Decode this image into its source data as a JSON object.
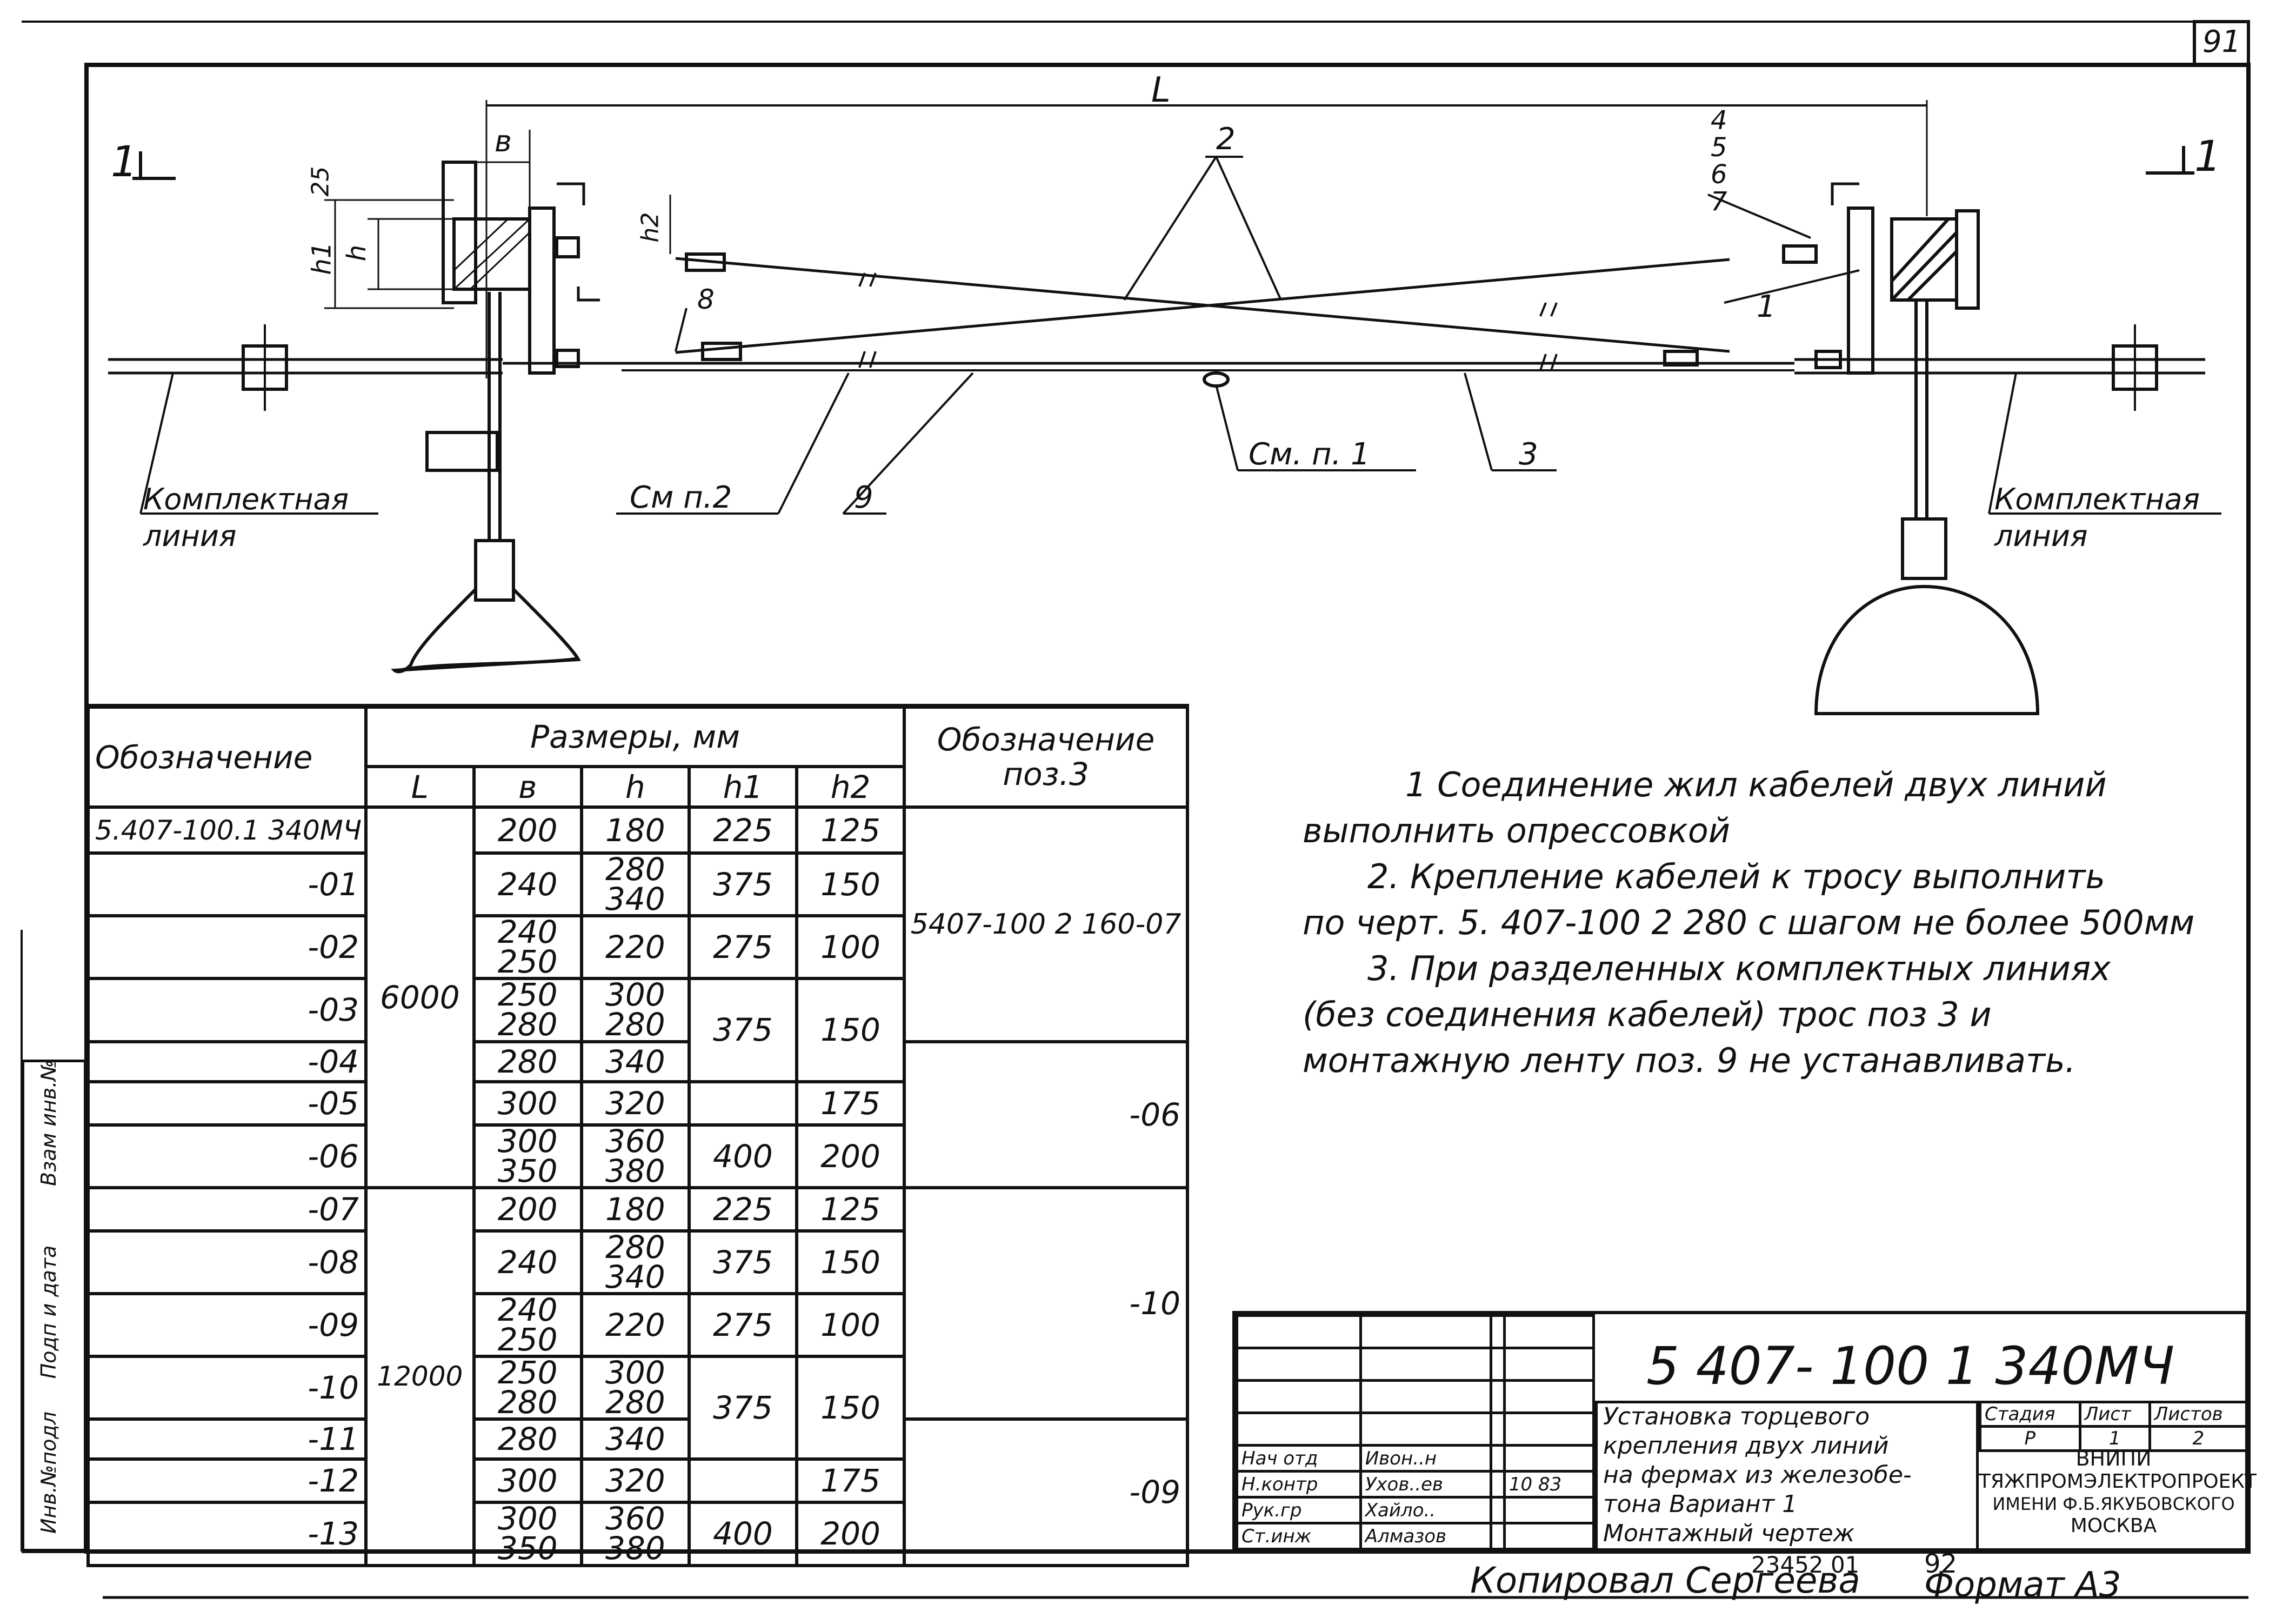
{
  "sheet_number": "91",
  "view": {
    "section_left": "1",
    "section_right": "1",
    "dim_L": "L",
    "dim_b": "в",
    "dim_25": "25",
    "dim_h1": "h1",
    "dim_h": "h",
    "dim_h2": "h2",
    "pos_labels": [
      "4",
      "5",
      "6",
      "7",
      "1",
      "2",
      "8"
    ],
    "callout_left_line": "Комплектная линия",
    "callout_right_line": "Комплектная линия",
    "callout_note2": "См п.2",
    "callout_9": "9",
    "callout_note1": "См. п. 1",
    "callout_3": "3"
  },
  "table": {
    "header_designation": "Обозначение",
    "header_sizes": "Размеры, мм",
    "header_L": "L",
    "header_b": "в",
    "header_h": "h",
    "header_h1": "h1",
    "header_h2": "h2",
    "header_pos3": "Обозначение поз.3",
    "rows": [
      {
        "designation": "5.407-100.1 340МЧ",
        "b": "200",
        "h": "180",
        "h1": "225",
        "h2": "125"
      },
      {
        "designation": "-01",
        "b": "240",
        "h": "280 340",
        "h1": "375",
        "h2": "150"
      },
      {
        "designation": "-02",
        "b": "240 250",
        "h": "220",
        "h1": "275",
        "h2": "100"
      },
      {
        "designation": "-03",
        "b": "250 280",
        "h": "300 280",
        "h1": "",
        "h2": ""
      },
      {
        "designation": "-04",
        "b": "280",
        "h": "340",
        "h1": "375",
        "h2": "150"
      },
      {
        "designation": "-05",
        "b": "300",
        "h": "320",
        "h1": "",
        "h2": "175"
      },
      {
        "designation": "-06",
        "b": "300 350",
        "h": "360 380",
        "h1": "400",
        "h2": "200"
      },
      {
        "designation": "-07",
        "b": "200",
        "h": "180",
        "h1": "225",
        "h2": "125"
      },
      {
        "designation": "-08",
        "b": "240",
        "h": "280 340",
        "h1": "375",
        "h2": "150"
      },
      {
        "designation": "-09",
        "b": "240 250",
        "h": "220",
        "h1": "275",
        "h2": "100"
      },
      {
        "designation": "-10",
        "b": "250 280",
        "h": "300 280",
        "h1": "",
        "h2": ""
      },
      {
        "designation": "-11",
        "b": "280",
        "h": "340",
        "h1": "375",
        "h2": "150"
      },
      {
        "designation": "-12",
        "b": "300",
        "h": "320",
        "h1": "",
        "h2": "175"
      },
      {
        "designation": "-13",
        "b": "300 350",
        "h": "360 380",
        "h1": "400",
        "h2": "200"
      }
    ],
    "L_6000": "6000",
    "L_12000": "12000",
    "pos3_a": "5407-100 2 160-07",
    "pos3_b": "-06",
    "pos3_c": "-10",
    "pos3_d": "-09"
  },
  "notes": [
    "1 Соединение жил кабелей двух линий",
    "выполнить опрессовкой",
    "2. Крепление кабелей к тросу выполнить",
    "по черт. 5. 407-100 2 280 с шагом не более 500мм",
    "3. При разделенных комплектных линиях",
    "(без соединения кабелей) трос поз 3 и",
    "монтажную ленту поз. 9 не устанавливать."
  ],
  "side_stamp": [
    "Инв.№подл",
    "Подп и дата",
    "Взам инв.№"
  ],
  "title_block": {
    "doc_code": "5 407- 100 1 340МЧ",
    "description": [
      "Установка торцевого",
      "крепления двух линий",
      "на фермах из железобе-",
      "тона Вариант 1",
      "Монтажный чертеж"
    ],
    "stage_header": "Стадия",
    "sheet_header": "Лист",
    "sheets_header": "Листов",
    "stage": "Р",
    "sheet": "1",
    "sheets": "2",
    "org": [
      "ВНИПИ",
      "ТЯЖПРОМЭЛЕКТРОПРОЕКТ",
      "ИМЕНИ Ф.Б.ЯКУБОВСКОГО",
      "МОСКВА"
    ],
    "roles": [
      "Нач отд",
      "Н.контр",
      "Рук.гр",
      "Ст.инж"
    ],
    "names": [
      "Ивон..н",
      "Ухов..ев",
      "Хайло..",
      "Алмазов"
    ],
    "date_mark": "10 83"
  },
  "footer": {
    "inventory": "23452 01",
    "page": "92",
    "copied_by": "Копировал Сергеева",
    "format": "Формат А3"
  }
}
